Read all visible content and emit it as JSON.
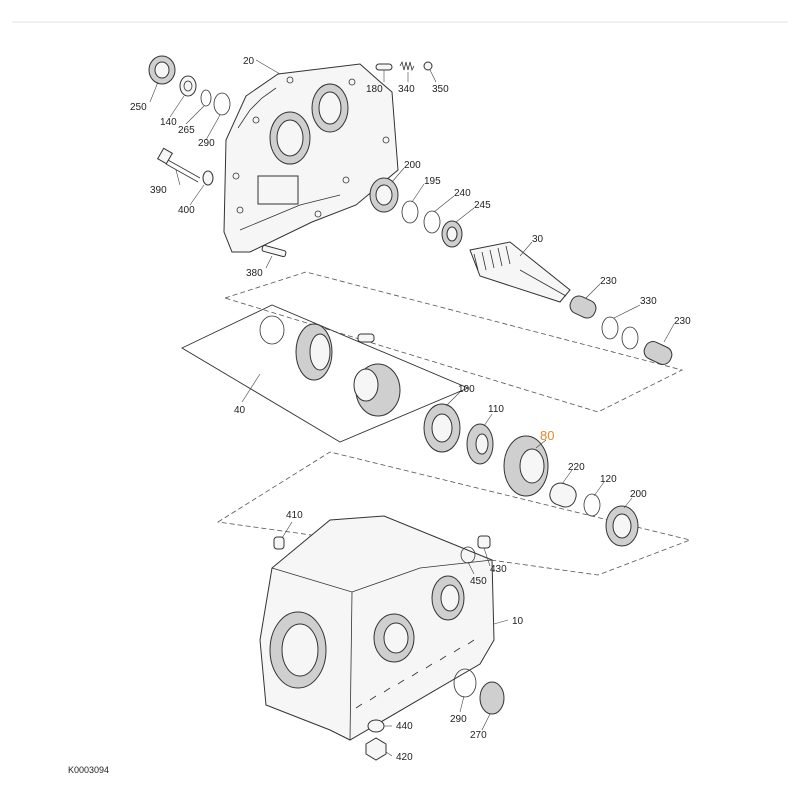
{
  "diagram": {
    "image_code": "K0003094",
    "highlight_color": "#e08a2a",
    "labels": {
      "p10": "10",
      "p20": "20",
      "p30": "30",
      "p40": "40",
      "p80": "80",
      "p100": "100",
      "p110": "110",
      "p120": "120",
      "p140": "140",
      "p180": "180",
      "p195": "195",
      "p200a": "200",
      "p200b": "200",
      "p220": "220",
      "p230a": "230",
      "p230b": "230",
      "p240": "240",
      "p245": "245",
      "p250": "250",
      "p265": "265",
      "p270": "270",
      "p290a": "290",
      "p290b": "290",
      "p330": "330",
      "p340": "340",
      "p350": "350",
      "p380": "380",
      "p390": "390",
      "p400": "400",
      "p410": "410",
      "p420": "420",
      "p430": "430",
      "p440": "440",
      "p450": "450"
    }
  }
}
